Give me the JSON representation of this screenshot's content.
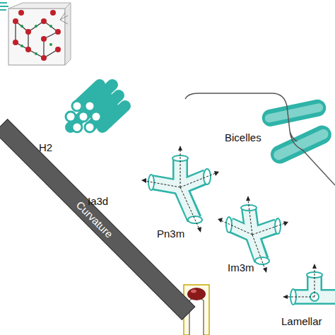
{
  "diagram": {
    "nodes": [
      {
        "text": [
          "Curvature"
        ]
      }
    ],
    "labels": [
      "H2",
      "Ia3d",
      "Pn3m",
      "Im3m",
      "Bicelles",
      "Lamellar"
    ]
  }
}
